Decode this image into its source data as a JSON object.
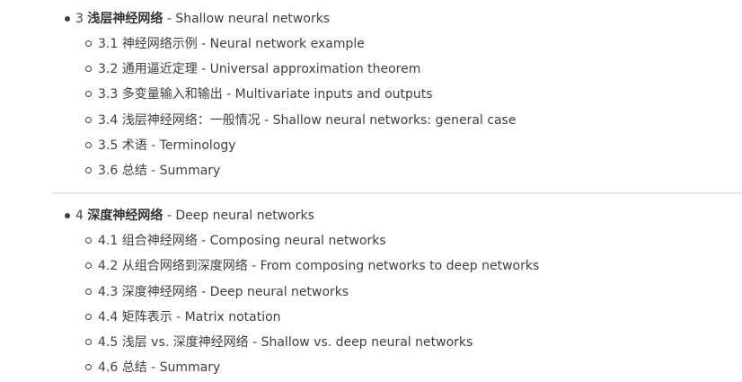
{
  "chapters": [
    {
      "number": "3",
      "title": "浅层神经网络",
      "english": "- Shallow neural networks",
      "sections": [
        {
          "text": "3.1 神经网络示例 - Neural network example"
        },
        {
          "text": "3.2 通用逼近定理 - Universal approximation theorem"
        },
        {
          "text": "3.3 多变量输入和输出 - Multivariate inputs and outputs"
        },
        {
          "text": "3.4 浅层神经网络：一般情况 - Shallow neural networks: general case"
        },
        {
          "text": "3.5 术语 - Terminology"
        },
        {
          "text": "3.6 总结 - Summary"
        }
      ]
    },
    {
      "number": "4",
      "title": "深度神经网络",
      "english": "- Deep neural networks",
      "sections": [
        {
          "text": "4.1 组合神经网络 - Composing neural networks"
        },
        {
          "text": "4.2 从组合网络到深度网络 - From composing networks to deep networks"
        },
        {
          "text": "4.3 深度神经网络 - Deep neural networks"
        },
        {
          "text": "4.4 矩阵表示 - Matrix notation"
        },
        {
          "text": "4.5 浅层 vs. 深度神经网络 - Shallow vs. deep neural networks"
        },
        {
          "text": "4.6 总结 - Summary"
        }
      ]
    }
  ]
}
